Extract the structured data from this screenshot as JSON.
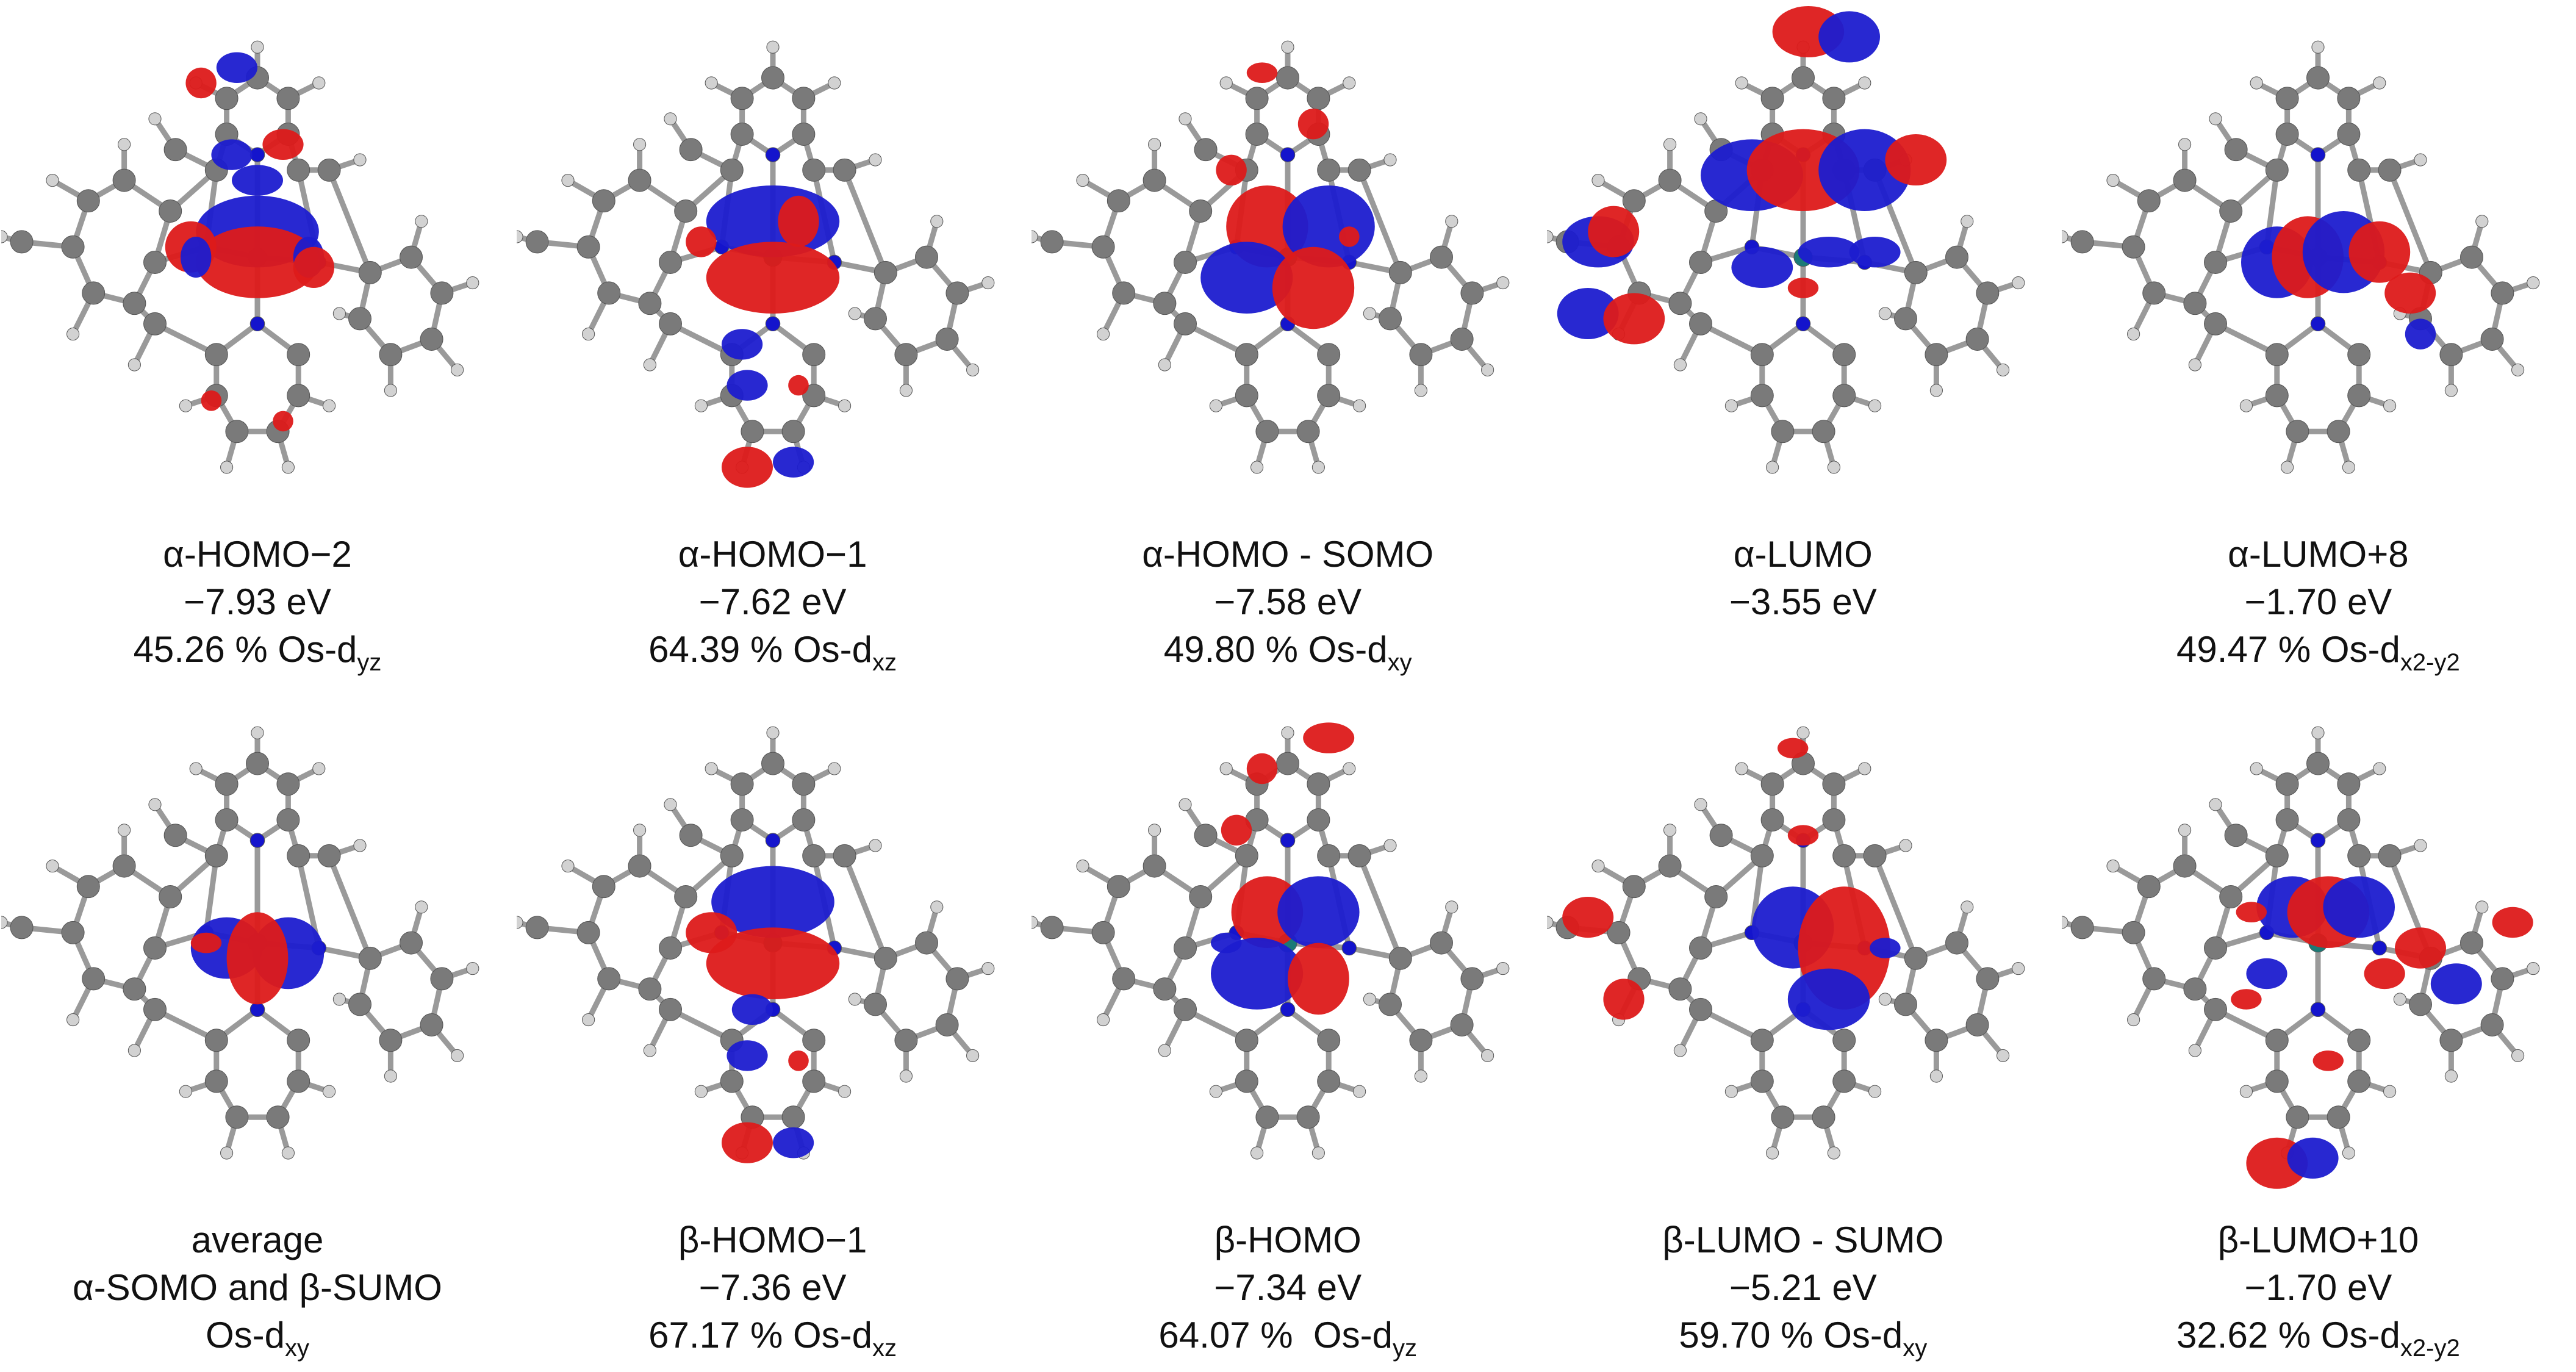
{
  "panels": [
    {
      "name": "alpha-homo-2",
      "lines": [
        {
          "text": "α-HOMO−2"
        },
        {
          "text": "−7.93 eV"
        },
        {
          "text": "45.26 % Os-d",
          "sub": "yz"
        }
      ],
      "lobes": [
        [
          0.5,
          0.44,
          0.12,
          0.07,
          "b"
        ],
        [
          0.5,
          0.5,
          0.12,
          0.07,
          "r"
        ],
        [
          0.37,
          0.47,
          0.05,
          0.05,
          "r"
        ],
        [
          0.38,
          0.49,
          0.03,
          0.04,
          "b"
        ],
        [
          0.6,
          0.49,
          0.03,
          0.04,
          "b"
        ],
        [
          0.61,
          0.51,
          0.04,
          0.04,
          "r"
        ],
        [
          0.45,
          0.29,
          0.04,
          0.03,
          "b"
        ],
        [
          0.55,
          0.27,
          0.04,
          0.03,
          "r"
        ],
        [
          0.5,
          0.34,
          0.05,
          0.03,
          "b"
        ],
        [
          0.46,
          0.12,
          0.04,
          0.03,
          "b"
        ],
        [
          0.39,
          0.15,
          0.03,
          0.03,
          "r"
        ],
        [
          0.41,
          0.77,
          0.02,
          0.02,
          "r"
        ],
        [
          0.55,
          0.81,
          0.02,
          0.02,
          "r"
        ]
      ]
    },
    {
      "name": "alpha-homo-1",
      "lines": [
        {
          "text": "α-HOMO−1"
        },
        {
          "text": "−7.62 eV"
        },
        {
          "text": "64.39 % Os-d",
          "sub": "xz"
        }
      ],
      "lobes": [
        [
          0.5,
          0.42,
          0.13,
          0.07,
          "b"
        ],
        [
          0.5,
          0.53,
          0.13,
          0.07,
          "r"
        ],
        [
          0.55,
          0.42,
          0.04,
          0.05,
          "r"
        ],
        [
          0.36,
          0.46,
          0.03,
          0.03,
          "r"
        ],
        [
          0.44,
          0.66,
          0.04,
          0.03,
          "b"
        ],
        [
          0.45,
          0.74,
          0.04,
          0.03,
          "b"
        ],
        [
          0.55,
          0.74,
          0.02,
          0.02,
          "r"
        ],
        [
          0.45,
          0.9,
          0.05,
          0.04,
          "r"
        ],
        [
          0.54,
          0.89,
          0.04,
          0.03,
          "b"
        ]
      ]
    },
    {
      "name": "alpha-homo-somo",
      "lines": [
        {
          "text": "α-HOMO - SOMO"
        },
        {
          "text": "−7.58 eV"
        },
        {
          "text": "49.80 % Os-d",
          "sub": "xy"
        }
      ],
      "lobes": [
        [
          0.46,
          0.43,
          0.08,
          0.08,
          "r"
        ],
        [
          0.58,
          0.43,
          0.09,
          0.08,
          "b"
        ],
        [
          0.42,
          0.53,
          0.09,
          0.07,
          "b"
        ],
        [
          0.55,
          0.55,
          0.08,
          0.08,
          "r"
        ],
        [
          0.39,
          0.32,
          0.03,
          0.03,
          "r"
        ],
        [
          0.55,
          0.23,
          0.03,
          0.03,
          "r"
        ],
        [
          0.45,
          0.13,
          0.03,
          0.02,
          "r"
        ],
        [
          0.62,
          0.45,
          0.02,
          0.02,
          "r"
        ]
      ]
    },
    {
      "name": "alpha-lumo",
      "lines": [
        {
          "text": "α-LUMO"
        },
        {
          "text": "−3.55 eV"
        }
      ],
      "lobes": [
        [
          0.51,
          0.05,
          0.07,
          0.05,
          "r"
        ],
        [
          0.59,
          0.06,
          0.06,
          0.05,
          "b"
        ],
        [
          0.4,
          0.33,
          0.1,
          0.07,
          "b"
        ],
        [
          0.5,
          0.32,
          0.11,
          0.08,
          "r"
        ],
        [
          0.62,
          0.32,
          0.09,
          0.08,
          "b"
        ],
        [
          0.72,
          0.3,
          0.06,
          0.05,
          "r"
        ],
        [
          0.1,
          0.46,
          0.07,
          0.05,
          "b"
        ],
        [
          0.13,
          0.44,
          0.05,
          0.05,
          "r"
        ],
        [
          0.08,
          0.6,
          0.06,
          0.05,
          "b"
        ],
        [
          0.17,
          0.61,
          0.06,
          0.05,
          "r"
        ],
        [
          0.55,
          0.48,
          0.06,
          0.03,
          "b"
        ],
        [
          0.42,
          0.51,
          0.06,
          0.04,
          "b"
        ],
        [
          0.64,
          0.48,
          0.05,
          0.03,
          "b"
        ],
        [
          0.5,
          0.55,
          0.03,
          0.02,
          "r"
        ]
      ]
    },
    {
      "name": "alpha-lumo-8",
      "lines": [
        {
          "text": "α-LUMO+8"
        },
        {
          "text": "−1.70 eV"
        },
        {
          "text": "49.47 % Os-d",
          "sub": "x2-y2"
        }
      ],
      "lobes": [
        [
          0.42,
          0.5,
          0.07,
          0.07,
          "b"
        ],
        [
          0.48,
          0.49,
          0.07,
          0.08,
          "r"
        ],
        [
          0.55,
          0.48,
          0.08,
          0.08,
          "b"
        ],
        [
          0.62,
          0.48,
          0.06,
          0.06,
          "r"
        ],
        [
          0.68,
          0.56,
          0.05,
          0.04,
          "r"
        ],
        [
          0.7,
          0.64,
          0.03,
          0.03,
          "b"
        ]
      ]
    },
    {
      "name": "average-somo-sumo",
      "lines": [
        {
          "text": "average"
        },
        {
          "text": "α-SOMO and β-SUMO"
        },
        {
          "text": "Os-d",
          "sub": "xy"
        }
      ],
      "lobes": [
        [
          0.44,
          0.5,
          0.07,
          0.06,
          "b"
        ],
        [
          0.56,
          0.51,
          0.07,
          0.07,
          "b"
        ],
        [
          0.5,
          0.52,
          0.06,
          0.09,
          "r"
        ],
        [
          0.4,
          0.49,
          0.03,
          0.02,
          "r"
        ]
      ]
    },
    {
      "name": "beta-homo-1",
      "lines": [
        {
          "text": "β-HOMO−1"
        },
        {
          "text": "−7.36 eV"
        },
        {
          "text": "67.17 % Os-d",
          "sub": "xz"
        }
      ],
      "lobes": [
        [
          0.5,
          0.41,
          0.12,
          0.07,
          "b"
        ],
        [
          0.5,
          0.53,
          0.13,
          0.07,
          "r"
        ],
        [
          0.38,
          0.47,
          0.05,
          0.04,
          "r"
        ],
        [
          0.46,
          0.62,
          0.04,
          0.03,
          "b"
        ],
        [
          0.45,
          0.71,
          0.04,
          0.03,
          "b"
        ],
        [
          0.55,
          0.72,
          0.02,
          0.02,
          "r"
        ],
        [
          0.45,
          0.88,
          0.05,
          0.04,
          "r"
        ],
        [
          0.54,
          0.88,
          0.04,
          0.03,
          "b"
        ]
      ]
    },
    {
      "name": "beta-homo",
      "lines": [
        {
          "text": "β-HOMO"
        },
        {
          "text": "−7.34 eV"
        },
        {
          "text": "64.07 %  Os-d",
          "sub": "yz"
        }
      ],
      "lobes": [
        [
          0.46,
          0.43,
          0.07,
          0.07,
          "r"
        ],
        [
          0.56,
          0.43,
          0.08,
          0.07,
          "b"
        ],
        [
          0.44,
          0.55,
          0.09,
          0.07,
          "b"
        ],
        [
          0.56,
          0.56,
          0.06,
          0.07,
          "r"
        ],
        [
          0.58,
          0.09,
          0.05,
          0.03,
          "r"
        ],
        [
          0.45,
          0.15,
          0.03,
          0.03,
          "r"
        ],
        [
          0.4,
          0.27,
          0.03,
          0.03,
          "r"
        ],
        [
          0.38,
          0.49,
          0.03,
          0.02,
          "b"
        ]
      ]
    },
    {
      "name": "beta-lumo-sumo",
      "lines": [
        {
          "text": "β-LUMO - SUMO"
        },
        {
          "text": "−5.21 eV"
        },
        {
          "text": "59.70 % Os-d",
          "sub": "xy"
        }
      ],
      "lobes": [
        [
          0.48,
          0.46,
          0.08,
          0.08,
          "b"
        ],
        [
          0.58,
          0.5,
          0.09,
          0.12,
          "r"
        ],
        [
          0.55,
          0.6,
          0.08,
          0.06,
          "b"
        ],
        [
          0.08,
          0.44,
          0.05,
          0.04,
          "r"
        ],
        [
          0.15,
          0.6,
          0.04,
          0.04,
          "r"
        ],
        [
          0.48,
          0.11,
          0.03,
          0.02,
          "r"
        ],
        [
          0.5,
          0.28,
          0.03,
          0.02,
          "r"
        ],
        [
          0.66,
          0.5,
          0.03,
          0.02,
          "b"
        ]
      ]
    },
    {
      "name": "beta-lumo-10",
      "lines": [
        {
          "text": "β-LUMO+10"
        },
        {
          "text": "−1.70 eV"
        },
        {
          "text": "32.62 % Os-d",
          "sub": "x2-y2"
        }
      ],
      "lobes": [
        [
          0.45,
          0.42,
          0.07,
          0.06,
          "b"
        ],
        [
          0.52,
          0.43,
          0.08,
          0.07,
          "r"
        ],
        [
          0.58,
          0.42,
          0.07,
          0.06,
          "b"
        ],
        [
          0.37,
          0.43,
          0.03,
          0.02,
          "r"
        ],
        [
          0.7,
          0.5,
          0.05,
          0.04,
          "r"
        ],
        [
          0.77,
          0.57,
          0.05,
          0.04,
          "b"
        ],
        [
          0.88,
          0.45,
          0.04,
          0.03,
          "r"
        ],
        [
          0.4,
          0.55,
          0.04,
          0.03,
          "b"
        ],
        [
          0.36,
          0.6,
          0.03,
          0.02,
          "r"
        ],
        [
          0.63,
          0.55,
          0.04,
          0.03,
          "r"
        ],
        [
          0.52,
          0.72,
          0.03,
          0.02,
          "r"
        ],
        [
          0.42,
          0.92,
          0.06,
          0.05,
          "r"
        ],
        [
          0.49,
          0.91,
          0.05,
          0.04,
          "b"
        ]
      ]
    }
  ],
  "colors": {
    "positive_lobe": "#dd1a1a",
    "negative_lobe": "#1c1ccf",
    "carbon": "#7a7a7a",
    "hydrogen": "#d2d2d2",
    "nitrogen": "#1414cc",
    "osmium": "#1a7a76",
    "bond": "#9a9a9a"
  }
}
